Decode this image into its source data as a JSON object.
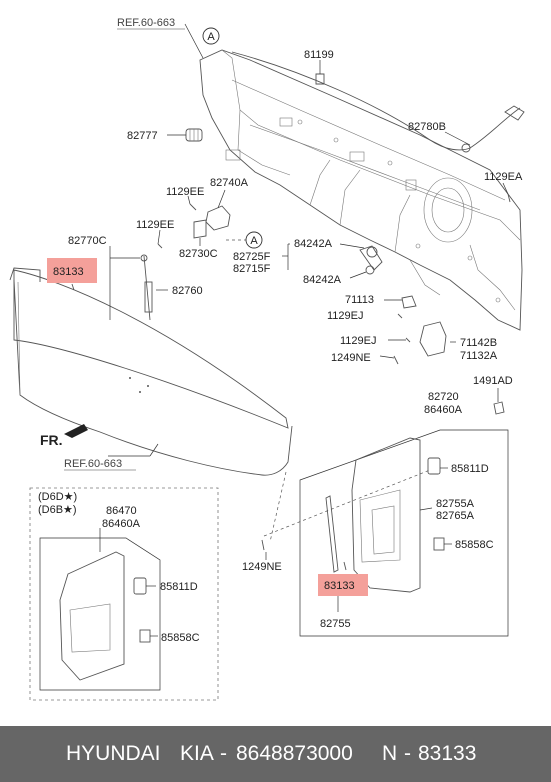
{
  "refs": {
    "top": "REF.60-663",
    "bottom": "REF.60-663",
    "circle_a_1": "A",
    "circle_a_2": "A"
  },
  "labels": {
    "p81199": "81199",
    "p82777": "82777",
    "p82780b": "82780B",
    "p1129ea": "1129EA",
    "p82740a": "82740A",
    "p1129ee_1": "1129EE",
    "p1129ee_2": "1129EE",
    "p82730c": "82730C",
    "p82770c": "82770C",
    "p83133_top": "83133",
    "p82760": "82760",
    "p84242a_1": "84242A",
    "p82725f": "82725F",
    "p82715f": "82715F",
    "p84242a_2": "84242A",
    "p71113": "71113",
    "p1129ej_1": "1129EJ",
    "p1129ej_2": "1129EJ",
    "p71142b": "71142B",
    "p1249ne_1": "1249NE",
    "p71132a": "71132A",
    "p1491ad": "1491AD",
    "p82720": "82720",
    "p86460a_1": "86460A",
    "p85811d_1": "85811D",
    "p82755a": "82755A",
    "p82765a": "82765A",
    "p85858c_1": "85858C",
    "p1249ne_2": "1249NE",
    "p83133_bottom": "83133",
    "p82755": "82755",
    "fr": "FR.",
    "d6d": "(D6D★)",
    "d6b": "(D6B★)",
    "p86470": "86470",
    "p86460a_2": "86460A",
    "p85811d_2": "85811D",
    "p85858c_2": "85858C"
  },
  "footer": {
    "brand": "HYUNDAI",
    "brand2": "KIA",
    "dash1": "-",
    "part_number": "8648873000",
    "n": "N",
    "dash2": "-",
    "ref_number": "83133"
  },
  "colors": {
    "highlight": "#f4a09a",
    "footer_bg": "#666666",
    "footer_text": "#ffffff"
  }
}
